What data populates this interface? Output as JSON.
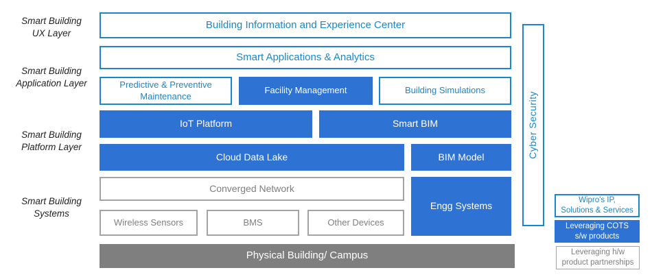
{
  "layer_labels": {
    "ux": "Smart Building\nUX Layer",
    "application": "Smart Building\nApplication Layer",
    "platform": "Smart Building\nPlatform Layer",
    "systems": "Smart Building\nSystems"
  },
  "boxes": {
    "building_info_center": "Building Information and Experience Center",
    "smart_apps_analytics": "Smart Applications & Analytics",
    "predictive_maintenance": "Predictive & Preventive\nMaintenance",
    "facility_management": "Facility Management",
    "building_simulations": "Building Simulations",
    "iot_platform": "IoT Platform",
    "smart_bim": "Smart BIM",
    "cloud_data_lake": "Cloud Data Lake",
    "bim_model": "BIM Model",
    "converged_network": "Converged Network",
    "engg_systems": "Engg Systems",
    "wireless_sensors": "Wireless Sensors",
    "bms": "BMS",
    "other_devices": "Other Devices",
    "physical_building": "Physical Building/ Campus",
    "cyber_security": "Cyber Security"
  },
  "legend": {
    "wipro_ip": "Wipro's IP,\nSolutions & Services",
    "cots": "Leveraging COTS\ns/w products",
    "hw_partnerships": "Leveraging h/w\nproduct partnerships"
  },
  "colors": {
    "blue_fill": "#2e72d4",
    "blue_outline": "#1b87c9",
    "gray_outline": "#a3a3a3",
    "gray_text": "#7f7f7f",
    "gray_fill": "#7f7f7f"
  }
}
